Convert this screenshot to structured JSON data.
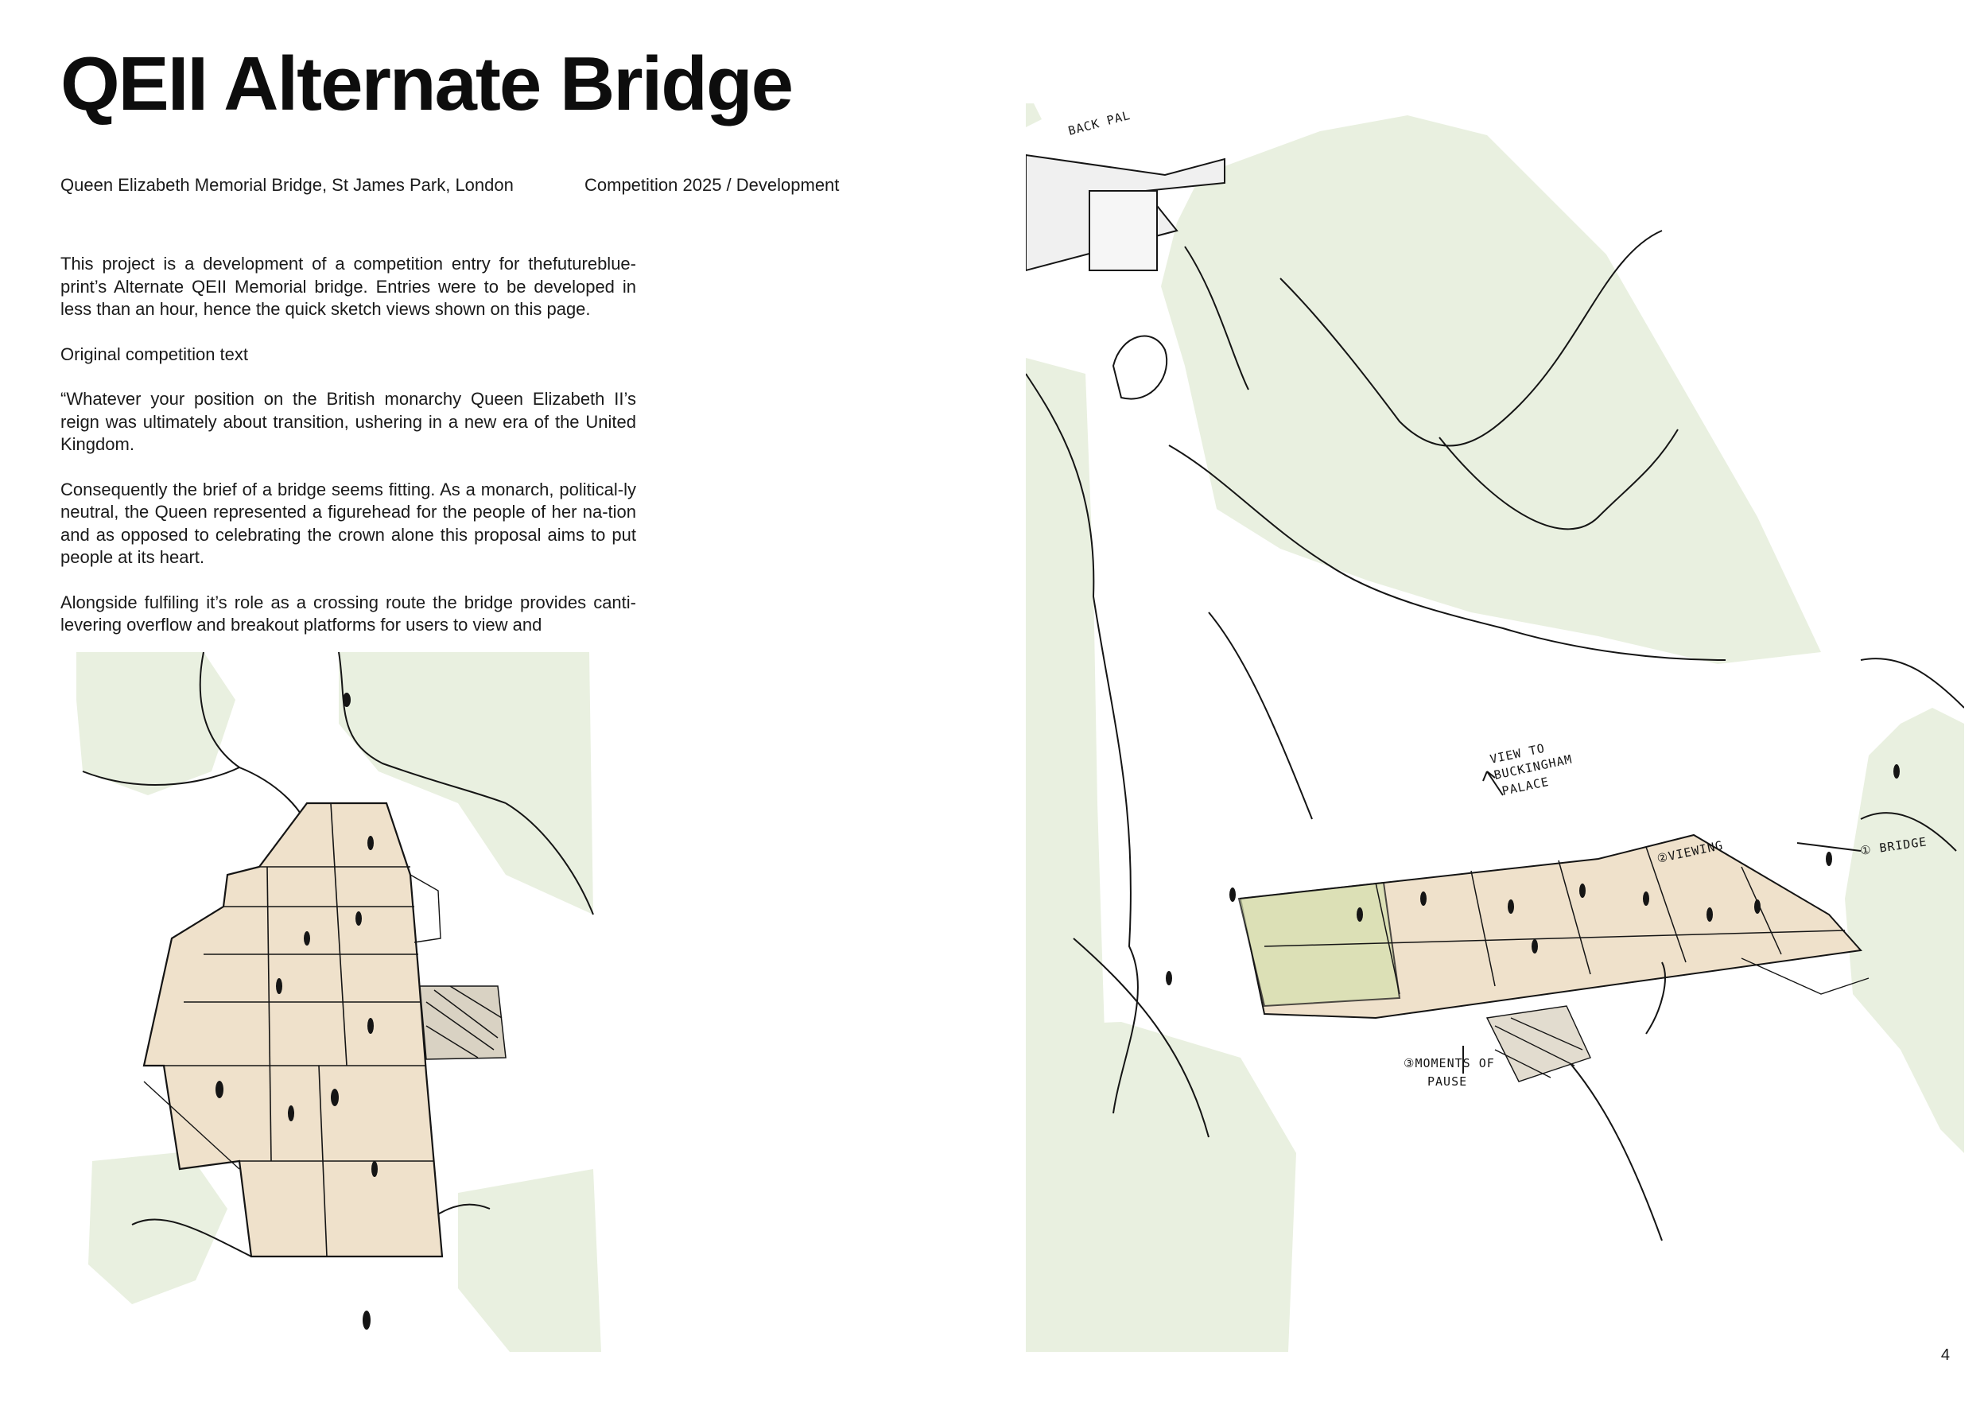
{
  "title": "QEII Alternate Bridge",
  "meta": {
    "location": "Queen Elizabeth Memorial Bridge, St James Park, London",
    "status": "Competition 2025 / Development"
  },
  "paragraphs": [
    "This project is a development of a competition entry for thefutureblue-print’s Alternate QEII Memorial bridge. Entries were to be developed in less than an hour, hence the quick sketch views shown on this page.",
    "Original competition text",
    "“Whatever your position on the British monarchy Queen Elizabeth II’s reign was ultimately about transition, ushering in a new era of the United Kingdom.",
    "Consequently the brief of a bridge seems fitting. As a monarch, political-ly neutral, the Queen represented a figurehead for the people of her na-tion and as opposed to celebrating the crown alone this proposal aims to put people at its heart.",
    "Alongside fulfiling it’s role as a crossing route the bridge provides canti-levering overflow and breakout platforms for users to view and"
  ],
  "sketch_labels": {
    "back_pal": "BACK PAL",
    "view_line1": "VIEW TO",
    "view_line2": "BUCKINGHAM",
    "view_line3": "PALACE",
    "viewing": "②VIEWING",
    "bridge": "① BRIDGE",
    "moments_line1": "③MOMENTS OF",
    "moments_line2": "PAUSE"
  },
  "colors": {
    "landscape_green": "#e9f0e0",
    "deck_tan": "#efe1cb",
    "highlight_green": "#d6e0b0",
    "ink": "#151515"
  },
  "page_number": "4"
}
